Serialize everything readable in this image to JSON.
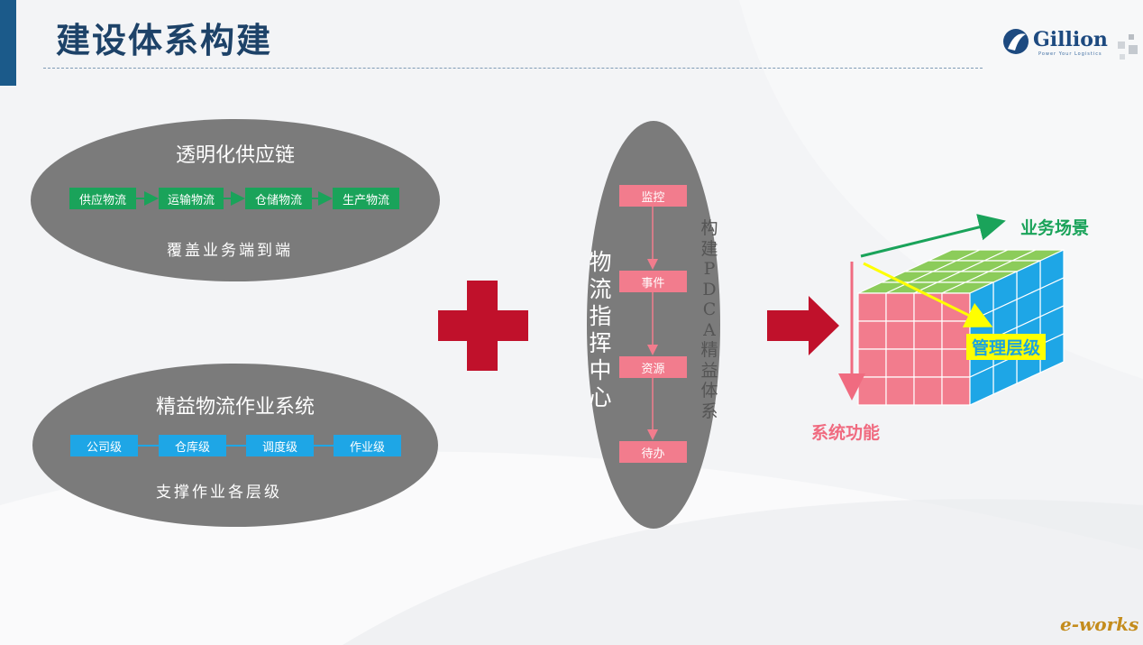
{
  "title": "建设体系构建",
  "logo": {
    "name": "Gillion",
    "tagline": "Power Your Logistics"
  },
  "watermark": "e-works",
  "top_ellipse": {
    "title": "透明化供应链",
    "items": [
      "供应物流",
      "运输物流",
      "仓储物流",
      "生产物流"
    ],
    "subtitle": "覆盖业务端到端",
    "color": "#1aa35a"
  },
  "bottom_ellipse": {
    "title": "精益物流作业系统",
    "items": [
      "公司级",
      "仓库级",
      "调度级",
      "作业级"
    ],
    "subtitle": "支撑作业各层级",
    "color": "#1ea6e6"
  },
  "center": {
    "title": "物流指挥中心",
    "steps": [
      "监控",
      "事件",
      "资源",
      "待办"
    ],
    "side_text": "构建PDCA精益体系",
    "color": "#f27c8d"
  },
  "cube": {
    "axis_scene": "业务场景",
    "axis_function": "系统功能",
    "axis_management": "管理层级",
    "colors": {
      "top": "#8ccc5a",
      "front": "#f27c8d",
      "side": "#1ea6e6",
      "scene": "#1aa35a",
      "mgmt": "#ffff00"
    }
  },
  "operators": {
    "plus_color": "#c0112b",
    "arrow_color": "#c0112b"
  }
}
